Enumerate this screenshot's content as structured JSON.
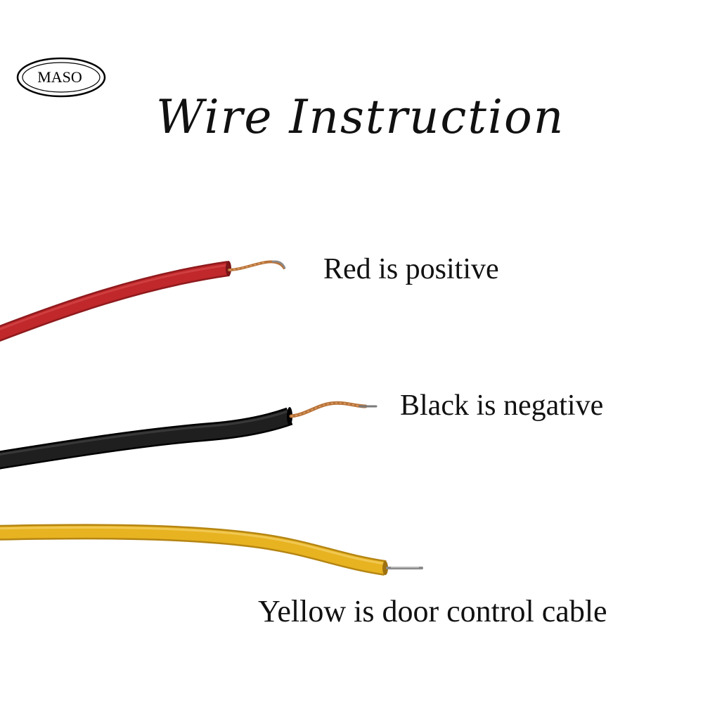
{
  "logo": {
    "text": "MASO",
    "icon": "oval-logo"
  },
  "title": "Wire Instruction",
  "wires": [
    {
      "id": "red",
      "color": "#c0282b",
      "label": "Red is positive"
    },
    {
      "id": "black",
      "color": "#1f1f1f",
      "label": "Black is negative"
    },
    {
      "id": "yellow",
      "color": "#e8b321",
      "label": "Yellow is door control cable"
    }
  ],
  "colors": {
    "background": "#ffffff",
    "text": "#111111",
    "copper": "#b8733a",
    "silver": "#9a9a9a"
  }
}
